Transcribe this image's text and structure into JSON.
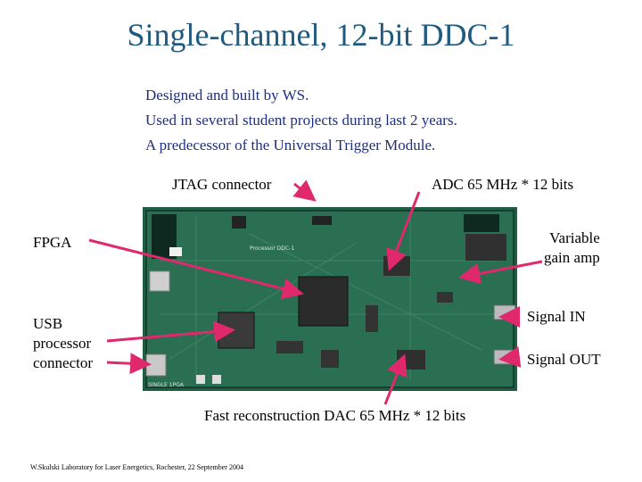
{
  "slide": {
    "title": "Single-channel, 12-bit DDC-1",
    "intro": [
      "Designed and built by WS.",
      "Used in several student projects during last 2 years.",
      "A predecessor of the Universal Trigger Module."
    ]
  },
  "labels": {
    "jtag": "JTAG connector",
    "adc": "ADC 65 MHz * 12 bits",
    "fpga": "FPGA",
    "vga": [
      "Variable",
      "gain amp"
    ],
    "usb": [
      "USB",
      "processor",
      "connector"
    ],
    "signal_in": "Signal IN",
    "signal_out": "Signal OUT",
    "dac": "Fast reconstruction DAC 65 MHz * 12 bits"
  },
  "board_silkscreen": {
    "brand": "Processor DDC-1",
    "model": "SINGLE 1PGA"
  },
  "footer": "W.Skulski Laboratory for Laser Energetics, Rochester, 22 September 2004",
  "colors": {
    "title": "#1f5b80",
    "intro": "#1f2f80",
    "arrow": "#e0286c",
    "pcb": "#1f5e44"
  }
}
